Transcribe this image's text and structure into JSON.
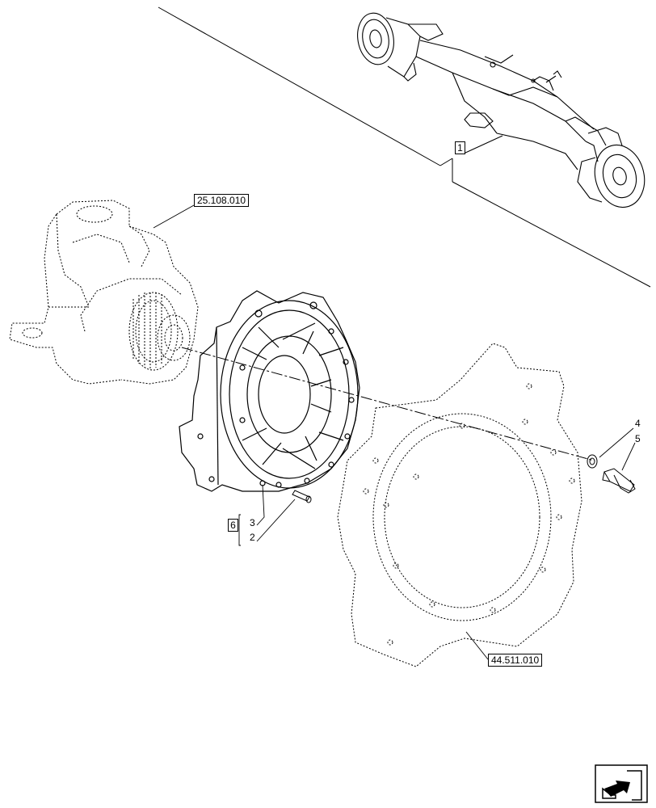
{
  "references": {
    "steering_knuckle": "25.108.010",
    "wheel_rim": "44.511.010"
  },
  "callouts": {
    "axle_item": "1",
    "pin": "2",
    "hub": "3",
    "washer": "4",
    "bolt": "5",
    "kit": "6"
  },
  "icons": {
    "next_page": "arrow-next-page-icon"
  }
}
